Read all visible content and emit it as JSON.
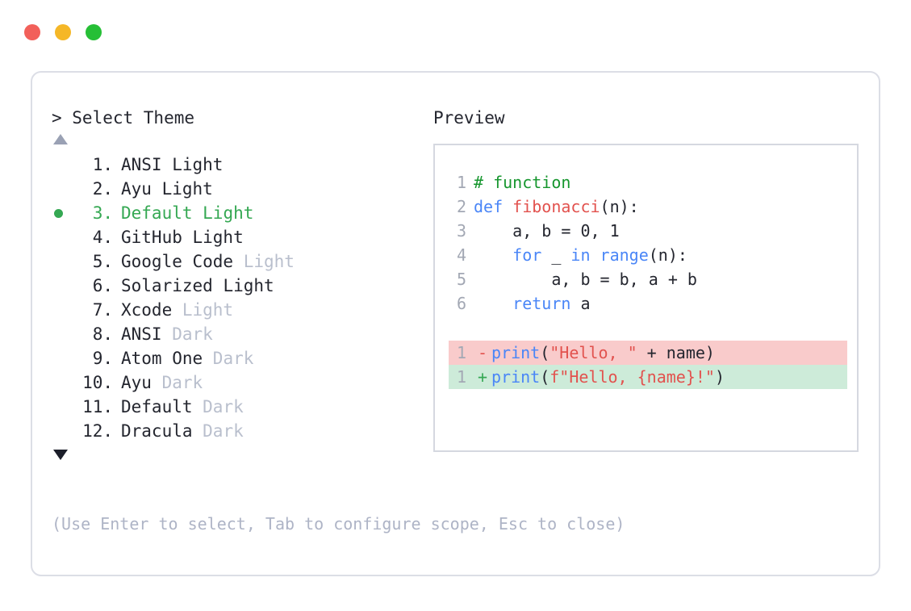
{
  "window": {
    "dots": [
      {
        "name": "close",
        "color": "#f2605a"
      },
      {
        "name": "minimize",
        "color": "#f5b727"
      },
      {
        "name": "maximize",
        "color": "#26bf36"
      }
    ]
  },
  "left_panel": {
    "prompt": "> Select Theme",
    "scroll_up_indicator": "▲",
    "scroll_down_indicator": "▼",
    "selected_index": 3,
    "items": [
      {
        "num": "1.",
        "name": "ANSI",
        "variant": "Light",
        "variant_muted": false,
        "selected": false
      },
      {
        "num": "2.",
        "name": "Ayu",
        "variant": "Light",
        "variant_muted": false,
        "selected": false
      },
      {
        "num": "3.",
        "name": "Default",
        "variant": "Light",
        "variant_muted": false,
        "selected": true
      },
      {
        "num": "4.",
        "name": "GitHub",
        "variant": "Light",
        "variant_muted": false,
        "selected": false
      },
      {
        "num": "5.",
        "name": "Google Code",
        "variant": "Light",
        "variant_muted": true,
        "selected": false
      },
      {
        "num": "6.",
        "name": "Solarized",
        "variant": "Light",
        "variant_muted": false,
        "selected": false
      },
      {
        "num": "7.",
        "name": "Xcode",
        "variant": "Light",
        "variant_muted": true,
        "selected": false
      },
      {
        "num": "8.",
        "name": "ANSI",
        "variant": "Dark",
        "variant_muted": true,
        "selected": false
      },
      {
        "num": "9.",
        "name": "Atom One",
        "variant": "Dark",
        "variant_muted": true,
        "selected": false
      },
      {
        "num": "10.",
        "name": "Ayu",
        "variant": "Dark",
        "variant_muted": true,
        "selected": false
      },
      {
        "num": "11.",
        "name": "Default",
        "variant": "Dark",
        "variant_muted": true,
        "selected": false
      },
      {
        "num": "12.",
        "name": "Dracula",
        "variant": "Dark",
        "variant_muted": true,
        "selected": false
      }
    ]
  },
  "right_panel": {
    "title": "Preview",
    "code_lines": [
      {
        "number": "1",
        "tokens": [
          {
            "text": "# function",
            "type": "comment"
          }
        ]
      },
      {
        "number": "2",
        "tokens": [
          {
            "text": "def ",
            "type": "keyword"
          },
          {
            "text": "fibonacci",
            "type": "func"
          },
          {
            "text": "(n):",
            "type": "punct"
          }
        ]
      },
      {
        "number": "3",
        "tokens": [
          {
            "text": "    a, b = 0, 1",
            "type": "plain"
          }
        ]
      },
      {
        "number": "4",
        "tokens": [
          {
            "text": "    ",
            "type": "plain"
          },
          {
            "text": "for",
            "type": "keyword"
          },
          {
            "text": " _ ",
            "type": "plain"
          },
          {
            "text": "in range",
            "type": "keyword"
          },
          {
            "text": "(n):",
            "type": "punct"
          }
        ]
      },
      {
        "number": "5",
        "tokens": [
          {
            "text": "        a, b = b, a + b",
            "type": "plain"
          }
        ]
      },
      {
        "number": "6",
        "tokens": [
          {
            "text": "    ",
            "type": "plain"
          },
          {
            "text": "return",
            "type": "keyword"
          },
          {
            "text": " a",
            "type": "plain"
          }
        ]
      }
    ],
    "diff_lines": [
      {
        "number": "1",
        "sign": "-",
        "kind": "del",
        "tokens": [
          {
            "text": "print",
            "type": "keyword"
          },
          {
            "text": "(",
            "type": "punct"
          },
          {
            "text": "\"Hello, \"",
            "type": "string"
          },
          {
            "text": " + name)",
            "type": "plain"
          }
        ]
      },
      {
        "number": "1",
        "sign": "+",
        "kind": "add",
        "tokens": [
          {
            "text": "print",
            "type": "keyword"
          },
          {
            "text": "(",
            "type": "punct"
          },
          {
            "text": "f\"Hello, {name}!\"",
            "type": "string"
          },
          {
            "text": ")",
            "type": "punct"
          }
        ]
      }
    ]
  },
  "footer": {
    "hint": "(Use Enter to select, Tab to configure scope, Esc to close)"
  },
  "colors": {
    "accent_green": "#35a853",
    "muted": "#b9bfcd",
    "text": "#24262f",
    "diff_del_bg": "#f9cbcb",
    "diff_add_bg": "#cdebd9",
    "keyword": "#4a86f7",
    "string": "#e2524e",
    "comment": "#16962e",
    "border": "#dcdee6"
  }
}
